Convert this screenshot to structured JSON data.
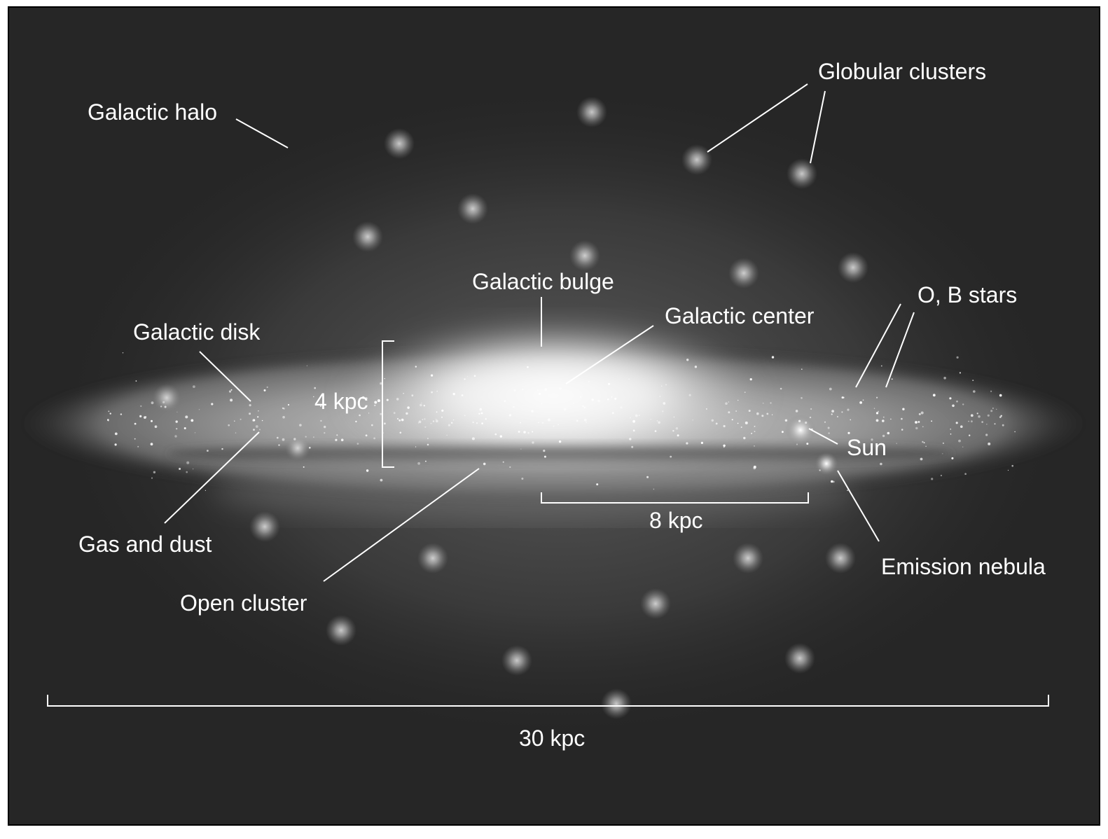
{
  "title": "Structure of the Milky Way Galaxy",
  "labels": {
    "globular_clusters": "Globular clusters",
    "galactic_halo": "Galactic halo",
    "galactic_bulge": "Galactic bulge",
    "ob_stars": "O, B stars",
    "galactic_center": "Galactic center",
    "galactic_disk": "Galactic disk",
    "sun": "Sun",
    "gas_and_dust": "Gas and dust",
    "emission_nebula": "Emission nebula",
    "open_cluster": "Open cluster"
  },
  "scales": {
    "disk_thickness": "4 kpc",
    "sun_distance": "8 kpc",
    "diameter": "30 kpc"
  },
  "colors": {
    "background": "#262626",
    "text": "#ffffff"
  }
}
